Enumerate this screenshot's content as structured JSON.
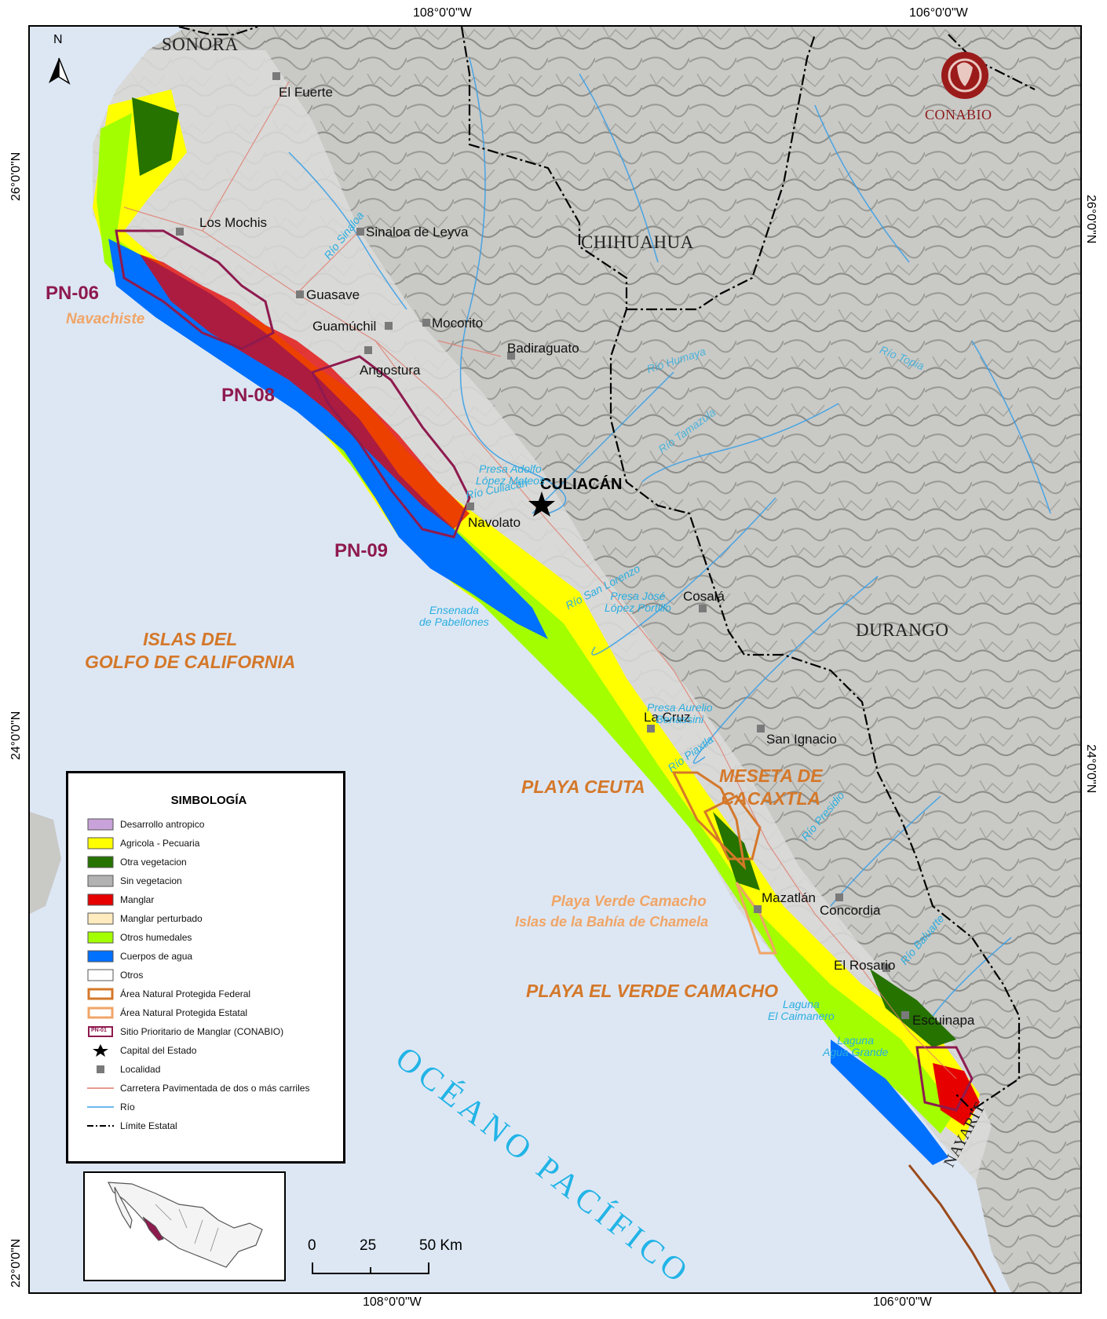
{
  "coords": {
    "top_left": "108°0'0\"W",
    "top_right": "106°0'0\"W",
    "bottom_left": "108°0'0\"W",
    "bottom_right": "106°0'0\"W",
    "left_top": "26°0'0\"N",
    "left_mid": "24°0'0\"N",
    "left_bottom": "22°0'0\"N",
    "right_top": "26°0'0\"N",
    "right_mid": "24°0'0\"N"
  },
  "north": "N",
  "logo_text": "CONABIO",
  "states": {
    "sonora": "SONORA",
    "chihuahua": "CHIHUAHUA",
    "durango": "DURANGO",
    "nayarit": "NAYARIT"
  },
  "towns": {
    "el_fuerte": "El Fuerte",
    "los_mochis": "Los Mochis",
    "sinaloa_de_leyva": "Sinaloa de Leyva",
    "guasave": "Guasave",
    "guamuchil": "Guamúchil",
    "mocorito": "Mocorito",
    "angostura": "Angostura",
    "badiraguato": "Badiraguato",
    "navolato": "Navolato",
    "cosala": "Cosalá",
    "la_cruz": "La Cruz",
    "san_ignacio": "San Ignacio",
    "mazatlan": "Mazatlán",
    "concordia": "Concordia",
    "el_rosario": "El Rosario",
    "escuinapa": "Escuinapa"
  },
  "capital": "CULIACÁN",
  "protected_areas": {
    "islas_golfo": "ISLAS DEL\nGOLFO DE CALIFORNIA",
    "playa_ceuta": "PLAYA CEUTA",
    "meseta": "MESETA DE\nCACAXTLA",
    "playa_el_verde": "PLAYA EL VERDE CAMACHO",
    "playa_verde": "Playa Verde Camacho",
    "islas_chamela": "Islas de la Bahía de Chamela",
    "navachiste": "Navachiste"
  },
  "sites": {
    "pn06": "PN-06",
    "pn08": "PN-08",
    "pn09": "PN-09"
  },
  "water": {
    "rio_sinaloa": "Río Sinaloa",
    "presa_adolfo": "Presa Adolfo\nLópez Mateos",
    "rio_culiacan": "Río Culiacán",
    "rio_san_lorenzo": "Río San Lorenzo",
    "presa_jose": "Presa José\nLópez Portillo",
    "ensenada": "Ensenada\nde Pabellones",
    "presa_aurelio": "Presa Aurelio\nBenassini",
    "rio_piaxtla": "Río Piaxtla",
    "rio_presidio": "Río Presidio",
    "rio_baluarte": "Río Baluarte",
    "laguna_caimanero": "Laguna\nEl Caimanero",
    "laguna_agua_grande": "Laguna\nAgua Grande",
    "rio_humaya": "Río Humaya",
    "rio_tamazula": "Río Tamazula",
    "rio_topia": "Río Topia"
  },
  "ocean": "OCÉANO PACÍFICO",
  "legend": {
    "title": "SIMBOLOGÍA",
    "items": [
      {
        "label": "Desarrollo antropico",
        "kind": "fill",
        "color": "#c8a2d8"
      },
      {
        "label": "Agricola - Pecuaria",
        "kind": "fill",
        "color": "#ffff00"
      },
      {
        "label": "Otra vegetacion",
        "kind": "fill",
        "color": "#267300"
      },
      {
        "label": "Sin vegetacion",
        "kind": "fill",
        "color": "#b2b2b2"
      },
      {
        "label": "Manglar",
        "kind": "fill",
        "color": "#e60000"
      },
      {
        "label": "Manglar perturbado",
        "kind": "fill",
        "color": "#ffebbe"
      },
      {
        "label": "Otros humedales",
        "kind": "fill",
        "color": "#a3ff00"
      },
      {
        "label": "Cuerpos de agua",
        "kind": "fill",
        "color": "#0070ff"
      },
      {
        "label": "Otros",
        "kind": "fill",
        "color": "#ffffff"
      },
      {
        "label": "Área Natural Protegida Federal",
        "kind": "outline",
        "color": "#d4782a"
      },
      {
        "label": "Área Natural Protegida Estatal",
        "kind": "outline",
        "color": "#f0a567"
      },
      {
        "label": "Sitio Prioritario de Manglar (CONABIO)",
        "kind": "site",
        "color": "#8e1a4e",
        "code": "PN-01"
      },
      {
        "label": "Capital del Estado",
        "kind": "star",
        "color": "#000000"
      },
      {
        "label": "Localidad",
        "kind": "square",
        "color": "#7a7a7a"
      },
      {
        "label": "Carretera Pavimentada de dos o más carriles",
        "kind": "line",
        "color": "#e07a6a"
      },
      {
        "label": "Río",
        "kind": "line",
        "color": "#3aa0e6"
      },
      {
        "label": "Límite Estatal",
        "kind": "dashdot",
        "color": "#000000"
      }
    ]
  },
  "scale": {
    "labels": [
      "0",
      "25",
      "50 Km"
    ]
  }
}
